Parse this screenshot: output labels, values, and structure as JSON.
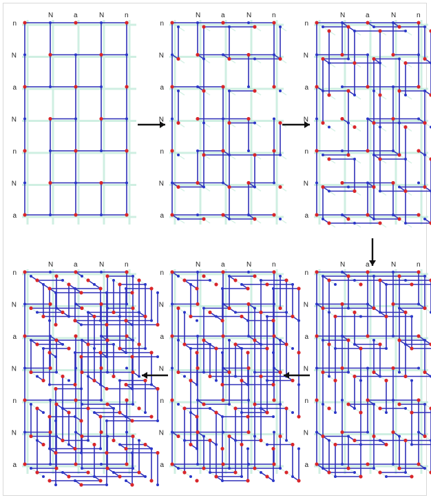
{
  "labels": {
    "columns": [
      "N",
      "a",
      "N",
      "n"
    ],
    "rows": [
      "n",
      "N",
      "a",
      "N",
      "n",
      "N",
      "a"
    ]
  },
  "colors": {
    "bond": "#2f2fb8",
    "node_red": "#d9262a",
    "node_blue": "#2a36c8",
    "shadow_grid": "#a9e3cc",
    "arrow": "#111111"
  },
  "panels": [
    {
      "step": 1,
      "layers": 1
    },
    {
      "step": 2,
      "layers": 2
    },
    {
      "step": 3,
      "layers": 3
    },
    {
      "step": 4,
      "layers": 4
    },
    {
      "step": 5,
      "layers": 5
    },
    {
      "step": 6,
      "layers": 6
    }
  ],
  "arrows": [
    {
      "from": 1,
      "to": 2,
      "direction": "right"
    },
    {
      "from": 2,
      "to": 3,
      "direction": "right"
    },
    {
      "from": 3,
      "to": 4,
      "direction": "down"
    },
    {
      "from": 4,
      "to": 5,
      "direction": "left"
    },
    {
      "from": 5,
      "to": 6,
      "direction": "left"
    }
  ]
}
